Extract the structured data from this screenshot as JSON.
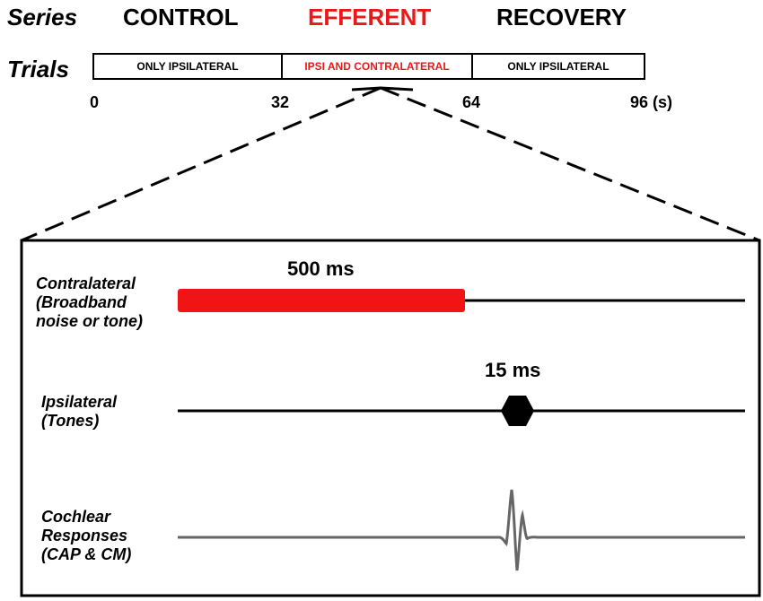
{
  "header": {
    "series_label": "Series",
    "trials_label": "Trials",
    "series": [
      {
        "name": "CONTROL",
        "color": "#000000"
      },
      {
        "name": "EFFERENT",
        "color": "#e8191a"
      },
      {
        "name": "RECOVERY",
        "color": "#000000"
      }
    ],
    "trials": [
      {
        "label": "ONLY IPSILATERAL",
        "color": "#000000"
      },
      {
        "label": "IPSI AND CONTRALATERAL",
        "color": "#e8191a"
      },
      {
        "label": "ONLY IPSILATERAL",
        "color": "#000000"
      }
    ],
    "ticks": [
      "0",
      "32",
      "64",
      "96 (s)"
    ]
  },
  "detail": {
    "contralateral": {
      "label": "Contralateral\n(Broadband\nnoise or tone)",
      "duration": "500 ms",
      "bar_color": "#f01414"
    },
    "ipsilateral": {
      "label": "Ipsilateral\n(Tones)",
      "duration": "15 ms",
      "marker_color": "#000000"
    },
    "cochlear": {
      "label": "Cochlear\nResponses\n(CAP & CM)",
      "trace_color": "#666666"
    }
  }
}
